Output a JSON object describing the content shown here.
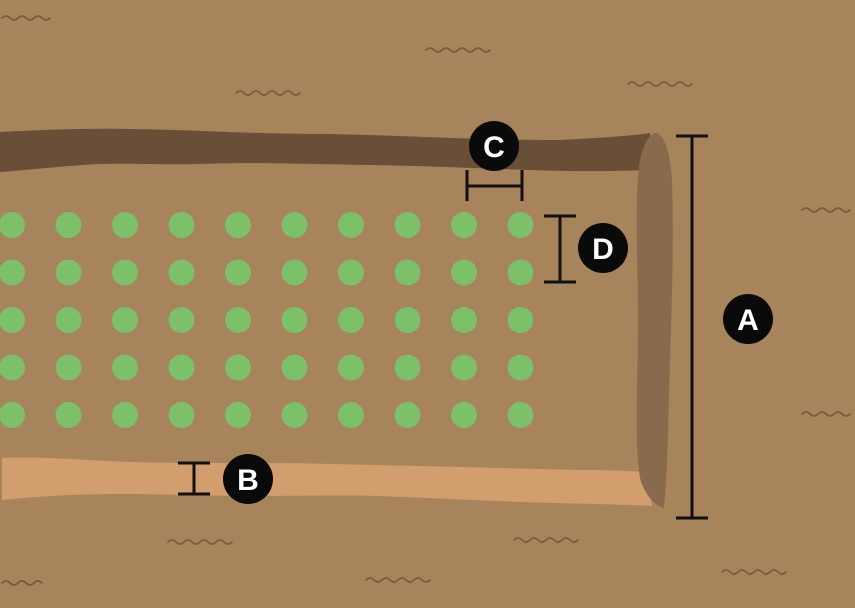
{
  "diagram": {
    "colors": {
      "soil": "#a8845c",
      "texture": "#7a5a3a",
      "dark_border": "#6a4f38",
      "right_border": "#8a6a4c",
      "light_border": "#d29e6e",
      "plant": "#7cc06a",
      "marker": "#111111",
      "badge": "#0a0a0a",
      "badge_text": "#ffffff"
    },
    "plant_grid": {
      "rows": 5,
      "columns": 10
    },
    "labels": {
      "A": "A",
      "B": "B",
      "C": "C",
      "D": "D"
    }
  }
}
